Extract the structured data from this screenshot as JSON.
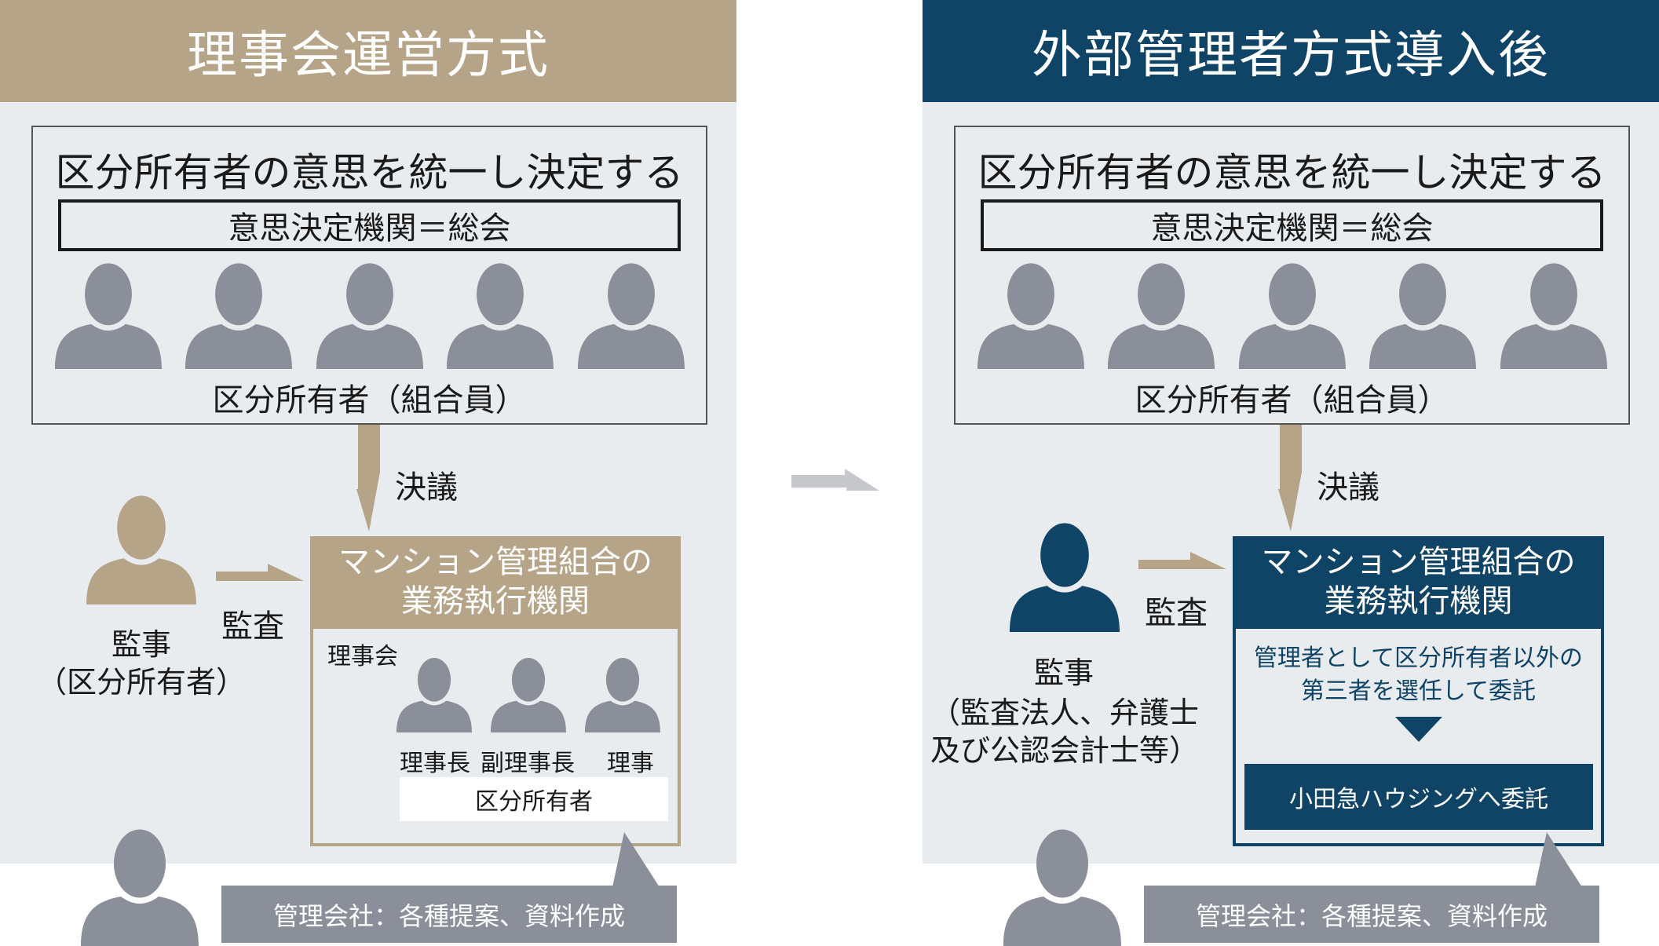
{
  "colors": {
    "gold": "#b5a487",
    "navy": "#0f4466",
    "gray_person": "#8b8f9a",
    "panel_bg": "#e8ecef",
    "arrow_gray": "#c6c8cb"
  },
  "icons": {
    "person": "person-silhouette-icon",
    "arrow": "arrow-icon",
    "triangle": "triangle-down-icon"
  },
  "left": {
    "title": "理事会運営方式",
    "owner_box": {
      "heading": "区分所有者の意思を統一し決定する",
      "decision_body": "意思決定機関＝総会",
      "owners_label": "区分所有者（組合員）"
    },
    "resolution_label": "決議",
    "auditor": {
      "name": "監事",
      "note": "（区分所有者）"
    },
    "audit_label": "監査",
    "exec": {
      "heading_line1": "マンション管理組合の",
      "heading_line2": "業務執行機関",
      "board_label": "理事会",
      "members": [
        "理事長",
        "副理事長",
        "理事"
      ],
      "members_note": "区分所有者"
    },
    "callout": "管理会社：各種提案、資料作成"
  },
  "right": {
    "title": "外部管理者方式導入後",
    "owner_box": {
      "heading": "区分所有者の意思を統一し決定する",
      "decision_body": "意思決定機関＝総会",
      "owners_label": "区分所有者（組合員）"
    },
    "resolution_label": "決議",
    "auditor": {
      "name": "監事",
      "note_line1": "（監査法人、弁護士",
      "note_line2": "及び公認会計士等）"
    },
    "audit_label": "監査",
    "exec": {
      "heading_line1": "マンション管理組合の",
      "heading_line2": "業務執行機関",
      "text_line1": "管理者として区分所有者以外の",
      "text_line2": "第三者を選任して委託",
      "delegate": "小田急ハウジングへ委託"
    },
    "callout": "管理会社：各種提案、資料作成"
  }
}
